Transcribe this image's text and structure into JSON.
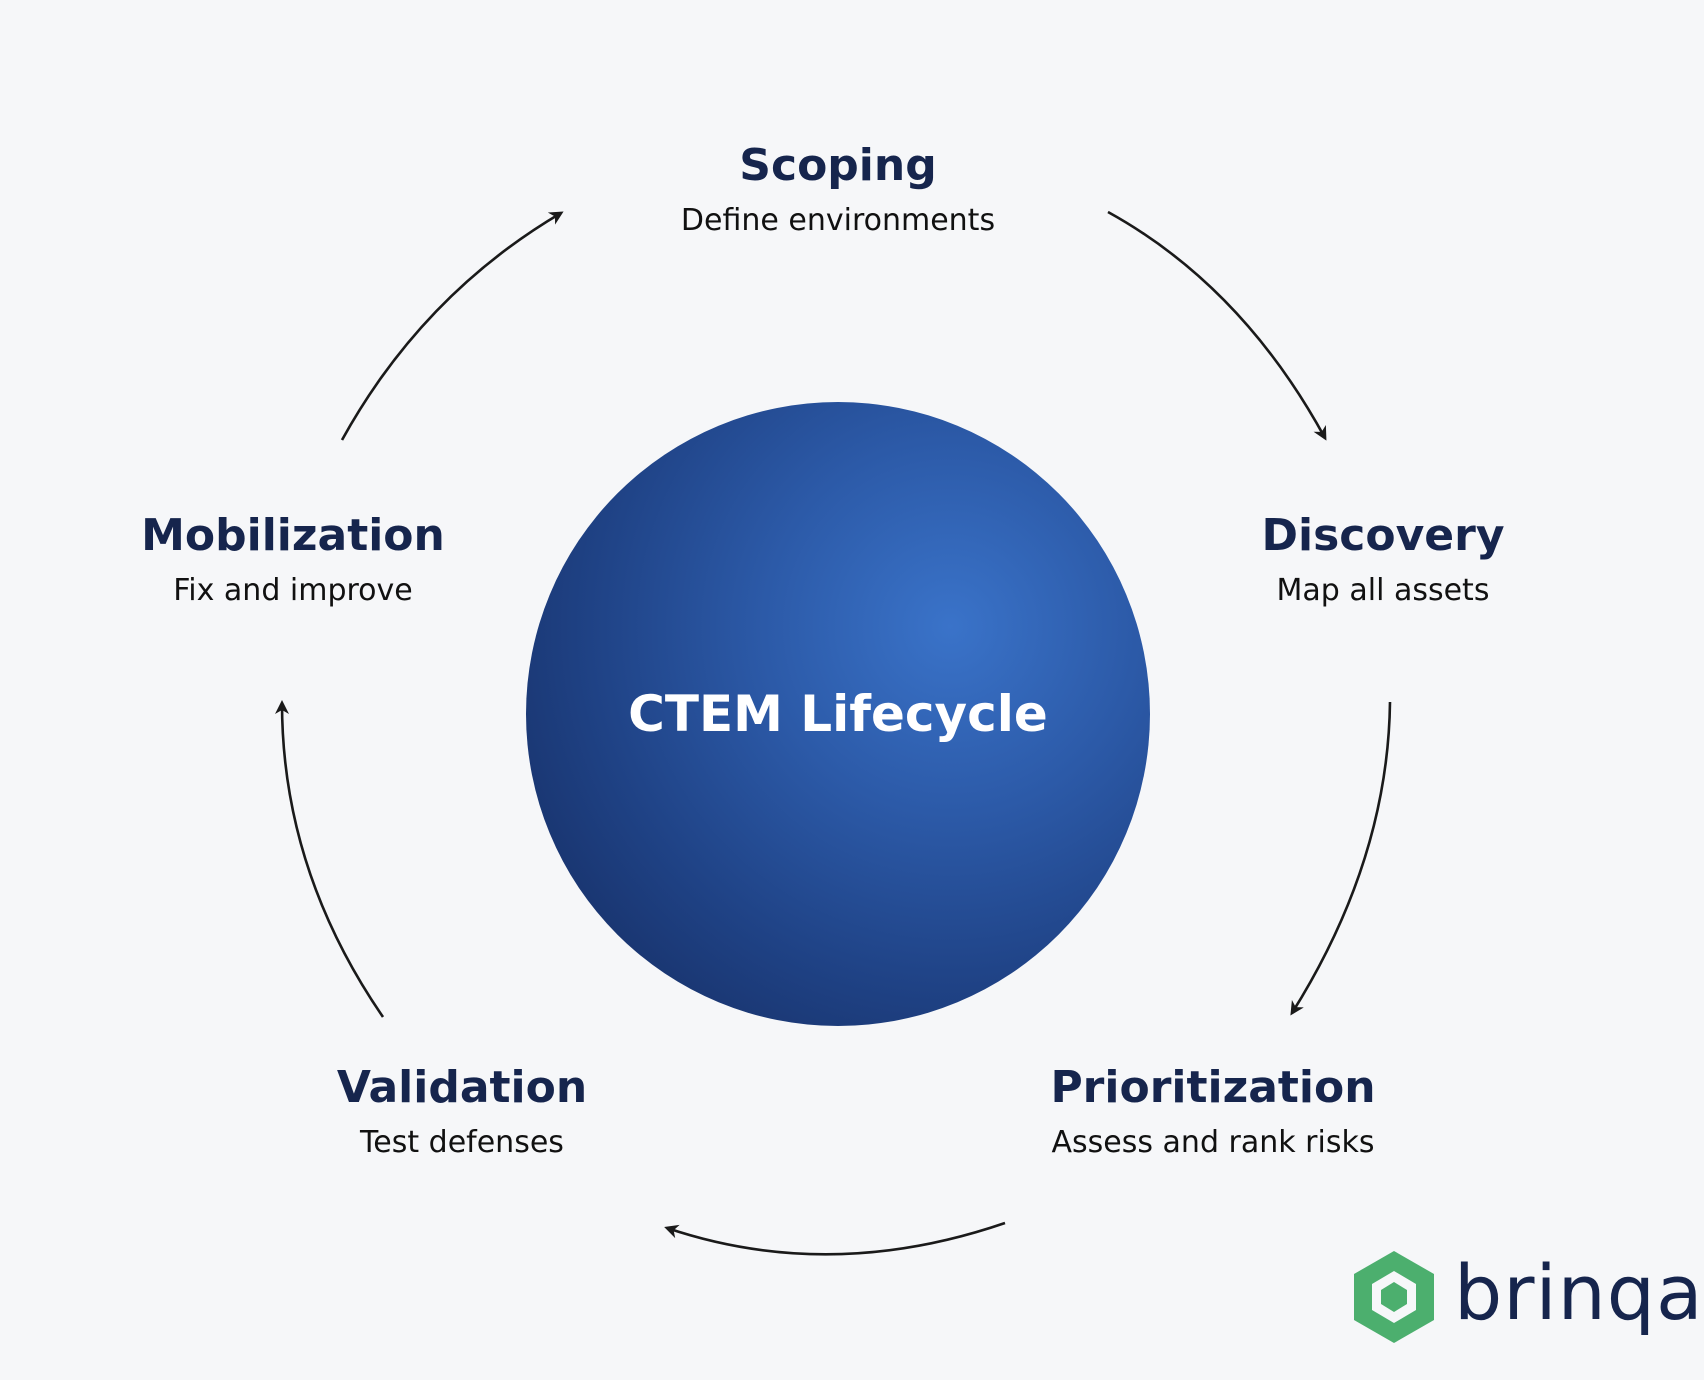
{
  "center": {
    "title": "CTEM Lifecycle"
  },
  "stages": [
    {
      "id": "scoping",
      "title": "Scoping",
      "subtitle": "Define environments"
    },
    {
      "id": "discovery",
      "title": "Discovery",
      "subtitle": "Map all assets"
    },
    {
      "id": "prioritization",
      "title": "Prioritization",
      "subtitle": "Assess and rank risks"
    },
    {
      "id": "validation",
      "title": "Validation",
      "subtitle": "Test defenses"
    },
    {
      "id": "mobilization",
      "title": "Mobilization",
      "subtitle": "Fix and improve"
    }
  ],
  "logo": {
    "text": "brinqa",
    "icon": "hexagon-logo-icon"
  },
  "colors": {
    "background": "#f6f7f9",
    "title_text": "#16254d",
    "subtitle_text": "#111111",
    "circle_light": "#3a73c9",
    "circle_dark": "#132759",
    "arrow": "#1a1a1a",
    "logo_green": "#4caf6e"
  }
}
